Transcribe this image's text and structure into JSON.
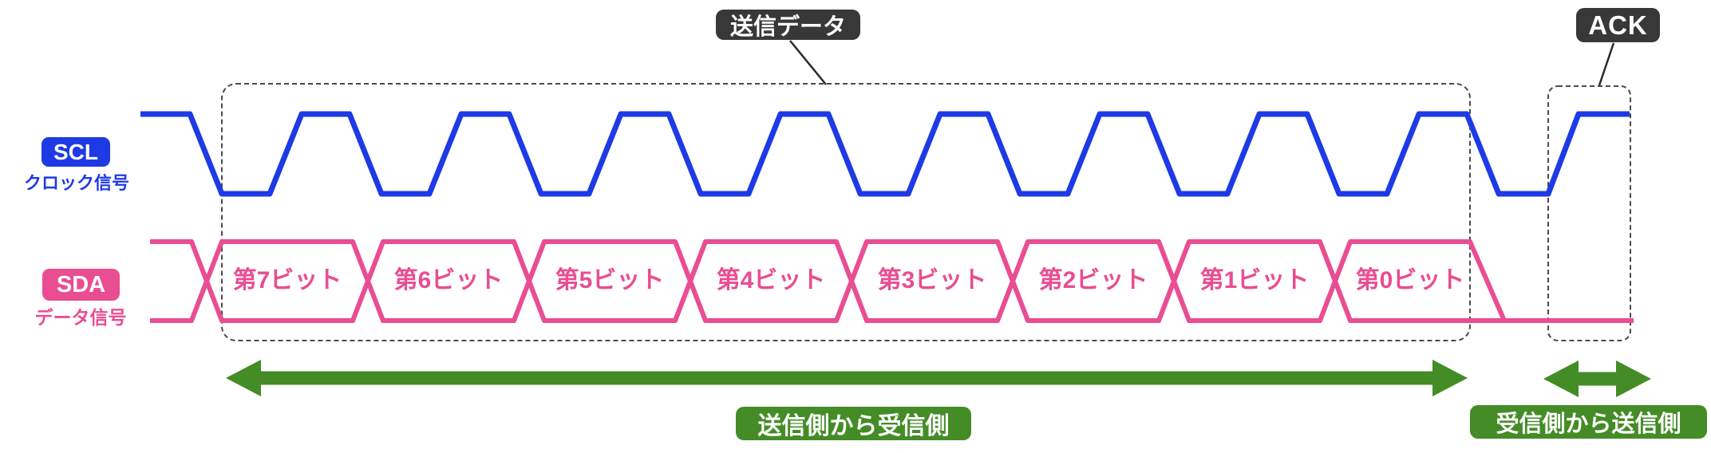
{
  "labels": {
    "tx_data": "送信データ",
    "ack": "ACK",
    "scl": "SCL",
    "scl_caption": "クロック信号",
    "sda": "SDA",
    "sda_caption": "データ信号",
    "arrow_main": "送信側から受信側",
    "arrow_ack": "受信側から送信側"
  },
  "sda_bits": [
    "第7ビット",
    "第6ビット",
    "第5ビット",
    "第4ビット",
    "第3ビット",
    "第2ビット",
    "第1ビット",
    "第0ビット"
  ],
  "colors": {
    "scl": "#1e3ae6",
    "sda": "#e94d92",
    "green": "#448c26",
    "badge_dark": "#383838",
    "dashed": "#4a4a4a"
  }
}
